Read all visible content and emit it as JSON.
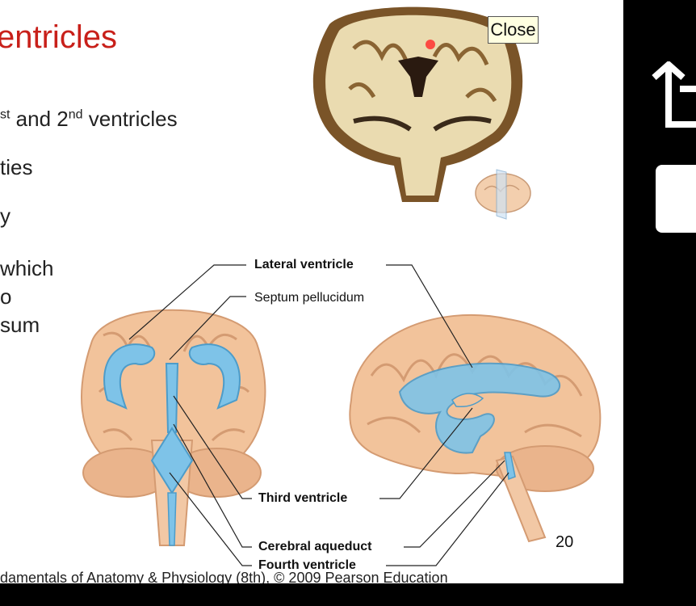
{
  "slide": {
    "title": "entricles",
    "bullets": [
      {
        "pre": "",
        "sup1": "st",
        "mid": " and 2",
        "sup2": "nd",
        "post": " ventricles"
      },
      {
        "text": "ties"
      },
      {
        "text": "y"
      },
      {
        "text": "which"
      },
      {
        "text": "o"
      },
      {
        "text": "sum"
      }
    ],
    "labels": {
      "lateral_ventricle": "Lateral ventricle",
      "septum_pellucidum": "Septum pellucidum",
      "third_ventricle": "Third ventricle",
      "cerebral_aqueduct": "Cerebral aqueduct",
      "fourth_ventricle": "Fourth ventricle"
    },
    "page_number": "20",
    "footer": "damentals of Anatomy & Physiology (8th), © 2009 Pearson Education"
  },
  "popup": {
    "close_label": "Close"
  },
  "icons": {
    "share": "share-icon",
    "brain_photo": "brain-section-photo",
    "brain_front": "brain-anterior-illustration",
    "brain_side": "brain-lateral-illustration"
  },
  "colors": {
    "title": "#c8201a",
    "ventricle": "#7ec3e8",
    "brain": "#f2c39b",
    "tooltip_bg": "#ffffe1"
  }
}
